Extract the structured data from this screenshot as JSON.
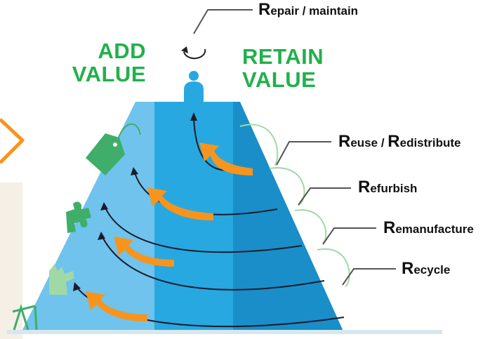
{
  "headlines": {
    "add_value": [
      "ADD",
      "VALUE"
    ],
    "retain_value": [
      "RETAIN",
      "VALUE"
    ]
  },
  "labels": [
    {
      "cap": "R",
      "rest": "epair / maintain"
    },
    {
      "cap": "R",
      "rest": "euse / ",
      "cap2": "R",
      "rest2": "edistribute"
    },
    {
      "cap": "R",
      "rest": "efurbish"
    },
    {
      "cap": "R",
      "rest": "emanufacture"
    },
    {
      "cap": "R",
      "rest": "ecycle"
    }
  ],
  "icons": [
    "refresh-icon",
    "person-icon",
    "tag-icon",
    "puzzle-icon",
    "factory-icon",
    "oil-pump-icon",
    "chevron-right-icon"
  ],
  "colors": {
    "headline_green": "#22b04b",
    "pyramid_light": "#6fc3ec",
    "pyramid_mid": "#27a8e0",
    "pyramid_dark": "#1a8ec8",
    "arrow_orange": "#f7941d",
    "icon_green": "#3fae6b"
  }
}
